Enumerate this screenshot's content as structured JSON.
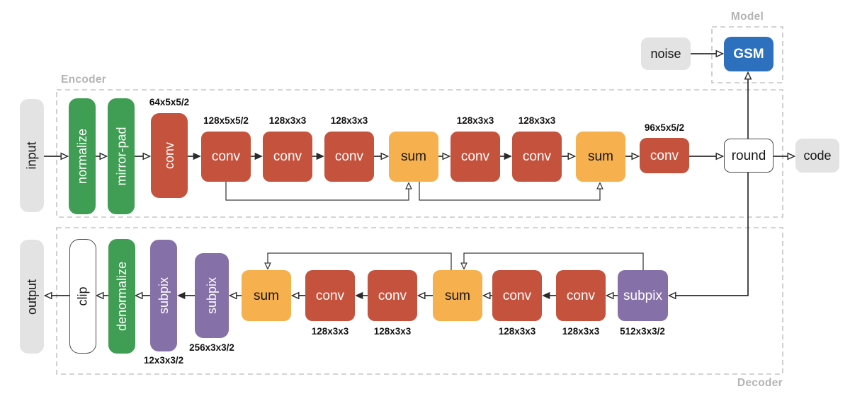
{
  "sections": {
    "encoder": {
      "label": "Encoder"
    },
    "decoder": {
      "label": "Decoder"
    },
    "model": {
      "label": "Model"
    }
  },
  "nodes": {
    "input": {
      "label": "input"
    },
    "normalize": {
      "label": "normalize"
    },
    "mirror_pad": {
      "label": "mirror-pad"
    },
    "enc_conv0": {
      "label": "conv",
      "dim": "64x5x5/2"
    },
    "enc_conv1": {
      "label": "conv",
      "dim": "128x5x5/2"
    },
    "enc_conv2": {
      "label": "conv",
      "dim": "128x3x3"
    },
    "enc_conv3": {
      "label": "conv",
      "dim": "128x3x3"
    },
    "enc_sum1": {
      "label": "sum"
    },
    "enc_conv4": {
      "label": "conv",
      "dim": "128x3x3"
    },
    "enc_conv5": {
      "label": "conv",
      "dim": "128x3x3"
    },
    "enc_sum2": {
      "label": "sum"
    },
    "enc_conv6": {
      "label": "conv",
      "dim": "96x5x5/2"
    },
    "round": {
      "label": "round"
    },
    "code": {
      "label": "code"
    },
    "noise": {
      "label": "noise"
    },
    "gsm": {
      "label": "GSM"
    },
    "output": {
      "label": "output"
    },
    "clip": {
      "label": "clip"
    },
    "denormalize": {
      "label": "denormalize"
    },
    "dec_subpix1": {
      "label": "subpix",
      "dim": "12x3x3/2"
    },
    "dec_subpix2": {
      "label": "subpix",
      "dim": "256x3x3/2"
    },
    "dec_sum1": {
      "label": "sum"
    },
    "dec_conv1": {
      "label": "conv",
      "dim": "128x3x3"
    },
    "dec_conv2": {
      "label": "conv",
      "dim": "128x3x3"
    },
    "dec_sum2": {
      "label": "sum"
    },
    "dec_conv3": {
      "label": "conv",
      "dim": "128x3x3"
    },
    "dec_conv4": {
      "label": "conv",
      "dim": "128x3x3"
    },
    "dec_subpix3": {
      "label": "subpix",
      "dim": "512x3x3/2"
    }
  },
  "edges": [
    {
      "from": "input",
      "to": "normalize",
      "head": "open"
    },
    {
      "from": "normalize",
      "to": "mirror_pad",
      "head": "open"
    },
    {
      "from": "mirror_pad",
      "to": "enc_conv0",
      "head": "open"
    },
    {
      "from": "enc_conv0",
      "to": "enc_conv1",
      "head": "filled"
    },
    {
      "from": "enc_conv1",
      "to": "enc_conv2",
      "head": "filled"
    },
    {
      "from": "enc_conv2",
      "to": "enc_conv3",
      "head": "filled"
    },
    {
      "from": "enc_conv3",
      "to": "enc_sum1",
      "head": "open"
    },
    {
      "from": "enc_conv1",
      "to": "enc_sum1",
      "head": "open",
      "type": "skip"
    },
    {
      "from": "enc_sum1",
      "to": "enc_conv4",
      "head": "open"
    },
    {
      "from": "enc_conv4",
      "to": "enc_conv5",
      "head": "filled"
    },
    {
      "from": "enc_conv5",
      "to": "enc_sum2",
      "head": "open"
    },
    {
      "from": "enc_sum1",
      "to": "enc_sum2",
      "head": "open",
      "type": "skip"
    },
    {
      "from": "enc_sum2",
      "to": "enc_conv6",
      "head": "open"
    },
    {
      "from": "enc_conv6",
      "to": "round",
      "head": "open"
    },
    {
      "from": "round",
      "to": "code",
      "head": "open"
    },
    {
      "from": "round",
      "to": "gsm",
      "head": "open"
    },
    {
      "from": "noise",
      "to": "gsm",
      "head": "open"
    },
    {
      "from": "round",
      "to": "dec_subpix3",
      "head": "open"
    },
    {
      "from": "dec_subpix3",
      "to": "dec_conv4",
      "head": "open"
    },
    {
      "from": "dec_conv4",
      "to": "dec_conv3",
      "head": "filled"
    },
    {
      "from": "dec_conv3",
      "to": "dec_sum2",
      "head": "open"
    },
    {
      "from": "dec_subpix3",
      "to": "dec_sum2",
      "head": "open",
      "type": "skip"
    },
    {
      "from": "dec_sum2",
      "to": "dec_conv2",
      "head": "open"
    },
    {
      "from": "dec_conv2",
      "to": "dec_conv1",
      "head": "filled"
    },
    {
      "from": "dec_conv1",
      "to": "dec_sum1",
      "head": "open"
    },
    {
      "from": "dec_sum2",
      "to": "dec_sum1",
      "head": "open",
      "type": "skip"
    },
    {
      "from": "dec_sum1",
      "to": "dec_subpix2",
      "head": "open"
    },
    {
      "from": "dec_subpix2",
      "to": "dec_subpix1",
      "head": "filled"
    },
    {
      "from": "dec_subpix1",
      "to": "denormalize",
      "head": "open"
    },
    {
      "from": "denormalize",
      "to": "clip",
      "head": "open"
    },
    {
      "from": "clip",
      "to": "output",
      "head": "open"
    }
  ],
  "colors": {
    "green": "#3F9E53",
    "red": "#C5523D",
    "yellow": "#F6B04E",
    "purple": "#8670A8",
    "blue": "#2D70BE",
    "gray_box": "#E3E3E3",
    "wire": "#2B2B2B",
    "dashed_border": "#C5C5C5",
    "section_label": "#B4B4B4"
  }
}
